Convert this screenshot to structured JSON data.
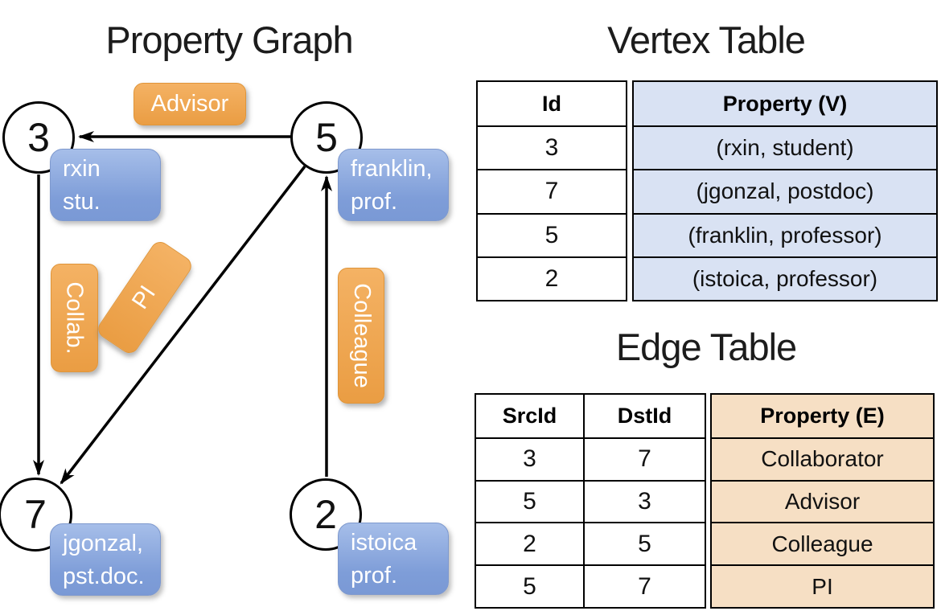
{
  "graph": {
    "title": "Property Graph",
    "nodes": [
      {
        "id": "3",
        "label_line1": "rxin",
        "label_line2": "stu."
      },
      {
        "id": "5",
        "label_line1": "franklin,",
        "label_line2": "prof."
      },
      {
        "id": "7",
        "label_line1": "jgonzal,",
        "label_line2": "pst.doc."
      },
      {
        "id": "2",
        "label_line1": "istoica",
        "label_line2": "prof."
      }
    ],
    "edge_labels": {
      "advisor": "Advisor",
      "collab": "Collab.",
      "pi": "PI",
      "colleague": "Colleague"
    }
  },
  "vertex_table": {
    "title": "Vertex Table",
    "columns": {
      "id": "Id",
      "property": "Property (V)"
    },
    "rows": [
      {
        "id": "3",
        "property": "(rxin, student)"
      },
      {
        "id": "7",
        "property": "(jgonzal, postdoc)"
      },
      {
        "id": "5",
        "property": "(franklin, professor)"
      },
      {
        "id": "2",
        "property": "(istoica, professor)"
      }
    ]
  },
  "edge_table": {
    "title": "Edge Table",
    "columns": {
      "src": "SrcId",
      "dst": "DstId",
      "property": "Property (E)"
    },
    "rows": [
      {
        "src": "3",
        "dst": "7",
        "property": "Collaborator"
      },
      {
        "src": "5",
        "dst": "3",
        "property": "Advisor"
      },
      {
        "src": "2",
        "dst": "5",
        "property": "Colleague"
      },
      {
        "src": "5",
        "dst": "7",
        "property": "PI"
      }
    ]
  },
  "colors": {
    "node_fill": "#FFFFFF",
    "node_border": "#000000",
    "vertex_box_fill": "#8AA5DB",
    "edge_box_fill": "#EFA74F",
    "vertex_cell_fill": "#D9E2F3",
    "edge_cell_fill": "#F6DFC4",
    "edge_line": "#000000"
  }
}
